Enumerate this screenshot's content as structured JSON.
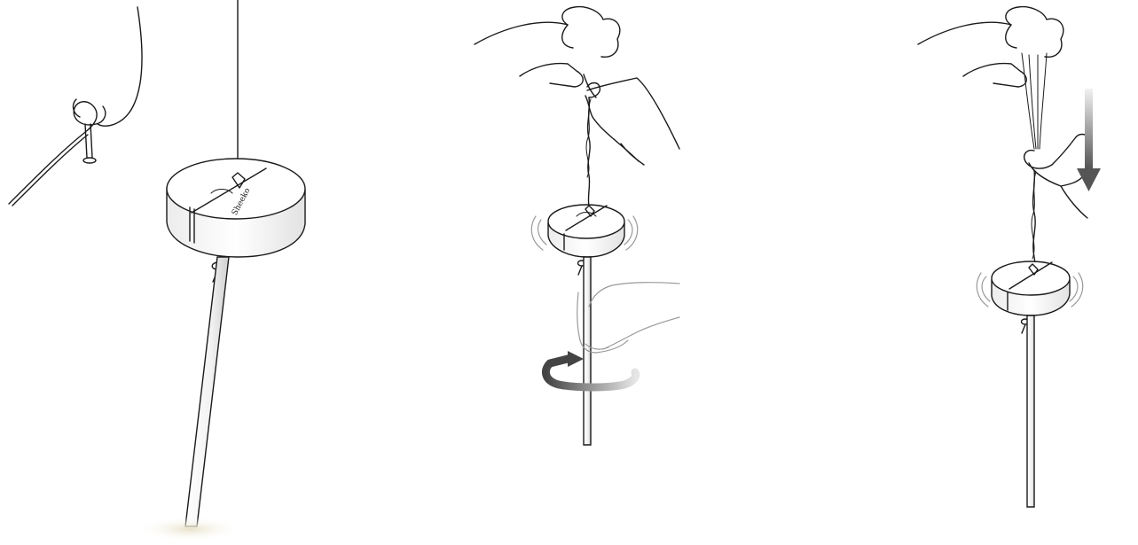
{
  "figure": {
    "panels": [
      {
        "name": "hanging-wind-chime"
      },
      {
        "name": "twisting-string"
      },
      {
        "name": "pulling-string-down"
      }
    ],
    "mark_text": "Sheeko",
    "colors": {
      "ink": "#1a1a1a",
      "ghost_hand": "#9a9a9a",
      "arrow_dark": "#444444",
      "arrow_light": "#d8d8d8",
      "shadow": "#e8e1c9"
    }
  }
}
